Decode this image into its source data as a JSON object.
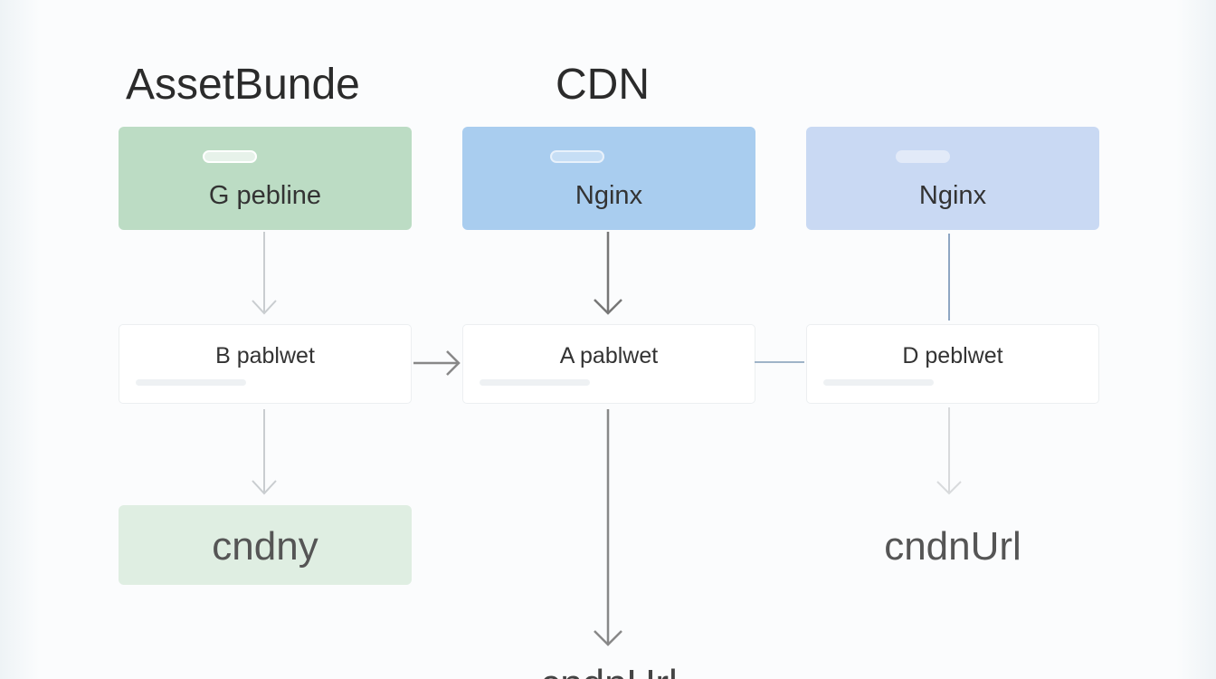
{
  "headings": {
    "left": "AssetBunde",
    "middle": "CDN"
  },
  "top_boxes": [
    {
      "label": "G pebline",
      "color": "#bcdcc4"
    },
    {
      "label": "Nginx",
      "color": "#a9cdef"
    },
    {
      "label": "Nginx",
      "color": "#c9d9f3"
    }
  ],
  "mid_boxes": [
    {
      "label": "B pablwet"
    },
    {
      "label": "A pablwet"
    },
    {
      "label": "D peblwet"
    }
  ],
  "bottom": {
    "left_label": "cndny",
    "left_color": "#dfeee2",
    "right_label": "cndnUrl",
    "cut_off_label": "cndnUrl"
  }
}
